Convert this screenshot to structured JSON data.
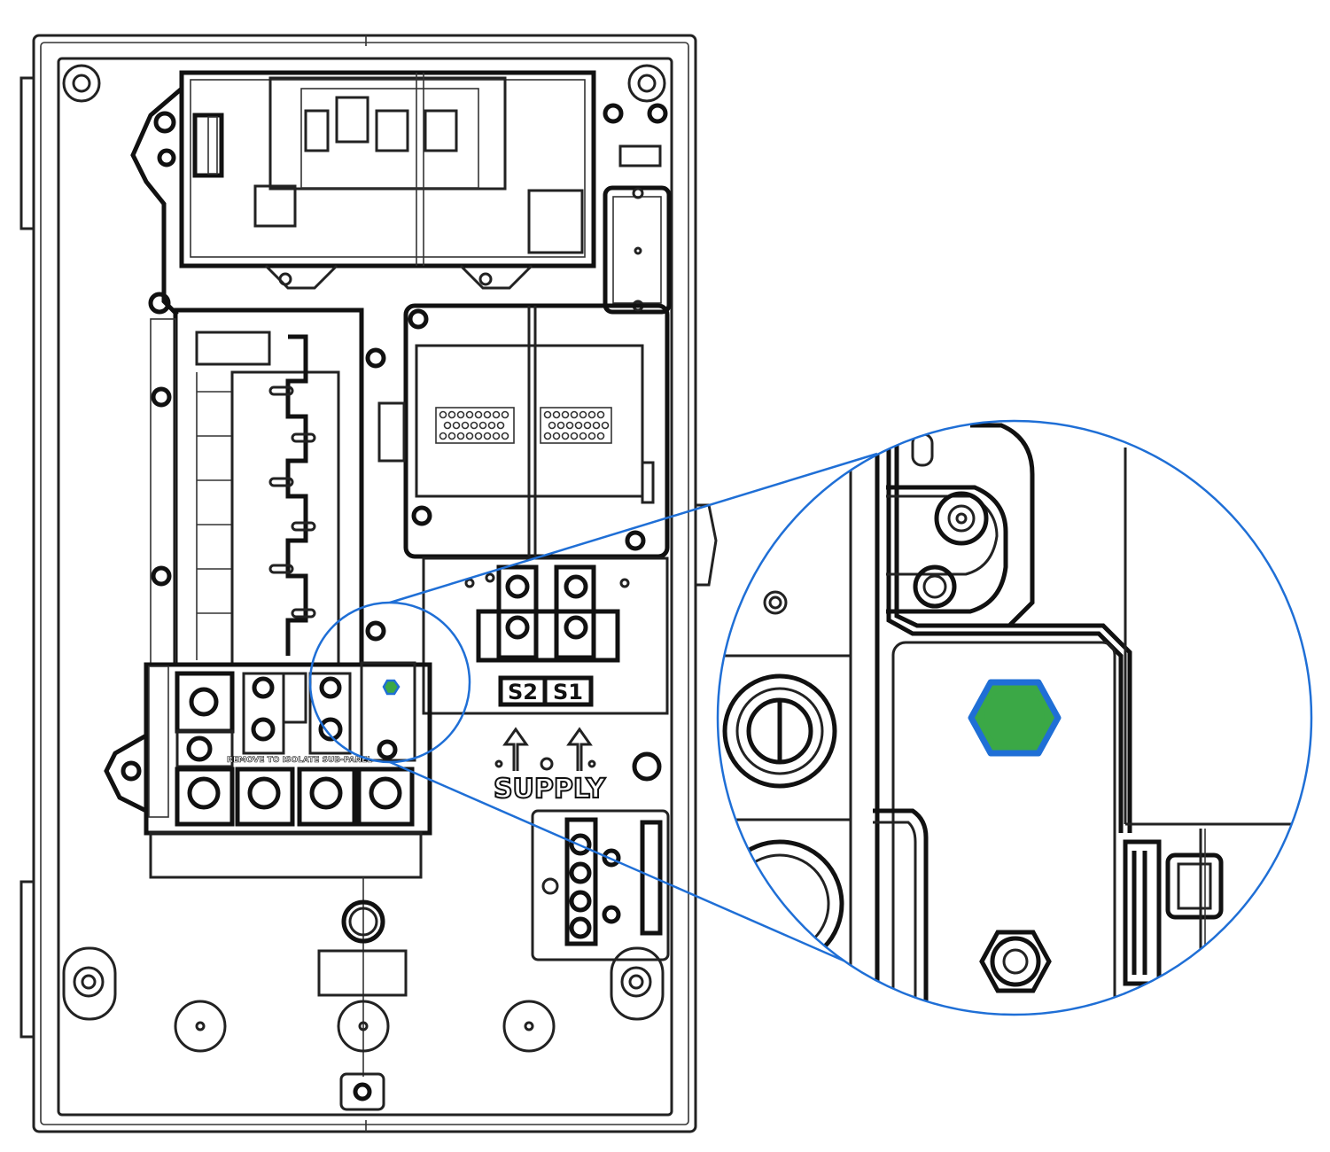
{
  "labels": {
    "s2": "S2",
    "s1": "S1",
    "supply": "SUPPLY",
    "isolate_note": "REMOVE TO ISOLATE SUB-PANEL"
  },
  "colors": {
    "callout": "#1f6fd6",
    "hex_fill": "#3ba846",
    "hex_stroke": "#1f6fd6",
    "linework": "#222222"
  },
  "icons": {
    "highlight": "hex-bolt-icon",
    "ground": "ground-symbol-icon",
    "arrows": "up-arrow-icon"
  }
}
